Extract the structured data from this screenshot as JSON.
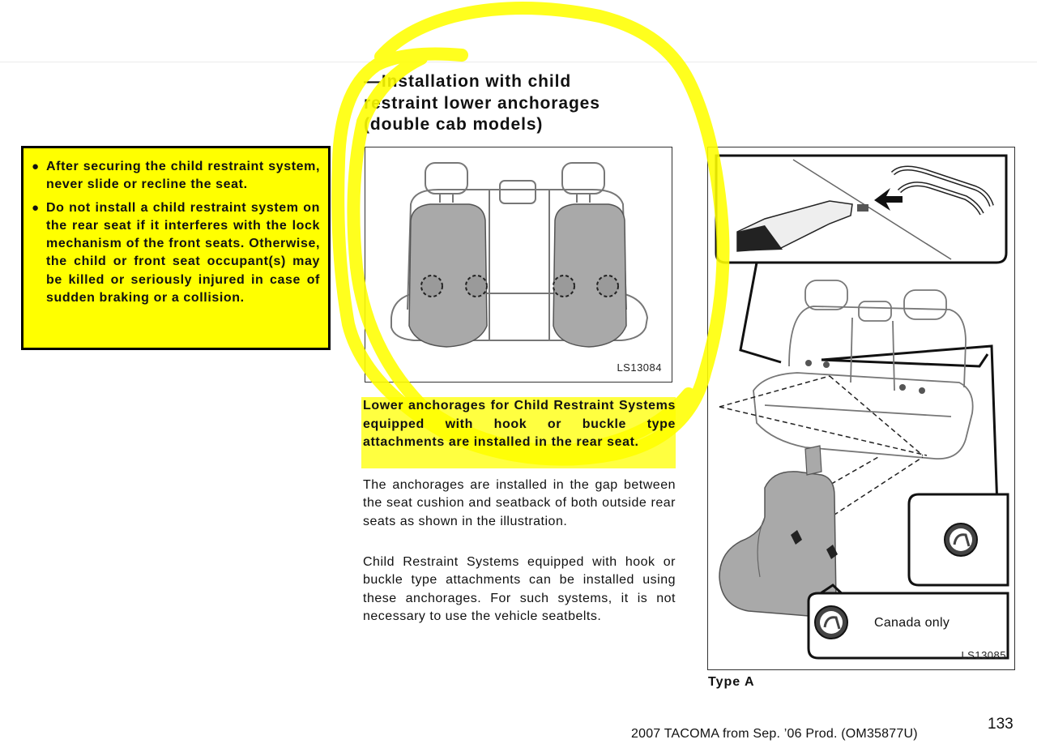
{
  "warning": {
    "items": [
      "After securing the child restraint system, never slide or recline the seat.",
      "Do not install a child restraint system on the rear seat if it interferes with the lock mechanism of the front seats. Otherwise, the child or front seat occupant(s) may be killed or seriously injured in case of sudden braking or a collision."
    ]
  },
  "section": {
    "heading_line1": "—Installation with child",
    "heading_line2": "restraint lower anchorages",
    "heading_line3": "(double cab models)"
  },
  "figures": {
    "fig1_code": "LS13084",
    "fig2_code": "LS13085",
    "canada_label": "Canada only",
    "type_label": "Type  A"
  },
  "body": {
    "bold_paragraph": "Lower anchorages for Child Restraint Systems equipped with hook or buckle type attachments are installed in the rear seat.",
    "paragraph1": "The anchorages are installed in the gap between the seat cushion and seatback of both outside rear seats as shown in the illustration.",
    "paragraph2": "Child Restraint Systems equipped with hook or buckle type attachments can be installed using these anchorages. For such systems, it is not necessary to use the vehicle seatbelts."
  },
  "footer": {
    "text": "2007 TACOMA from Sep. ’06 Prod. (OM35877U)",
    "page_number": "133"
  },
  "colors": {
    "highlight": "#ffff00",
    "seat_fill": "#a9a9a9"
  }
}
